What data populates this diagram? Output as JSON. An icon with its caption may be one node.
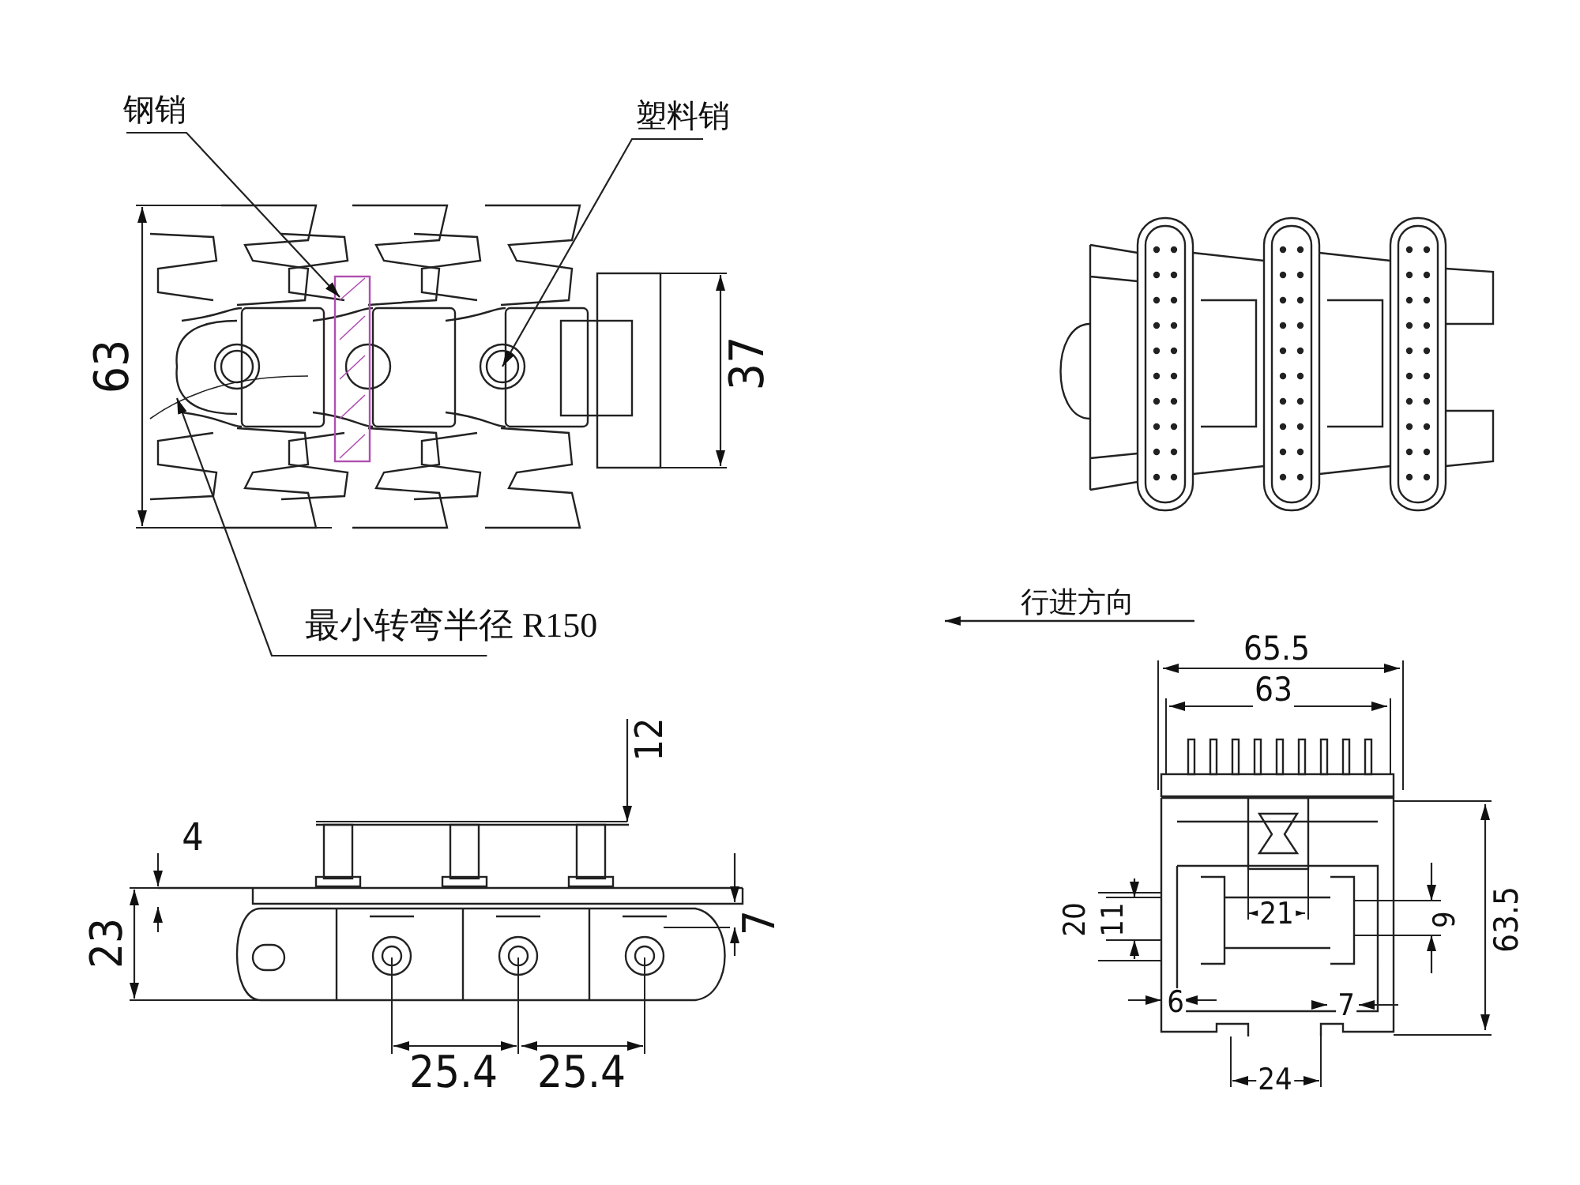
{
  "diagram": {
    "nodes": [
      {
        "text": [
          "钢销"
        ]
      },
      {
        "text": [
          "塑料销"
        ]
      },
      {
        "text": [
          "最小转弯半径 R150"
        ]
      }
    ],
    "edges": [
      {
        "from": 0,
        "to": null,
        "arrow": "to"
      },
      {
        "from": 1,
        "to": null,
        "arrow": "to"
      },
      {
        "from": 2,
        "to": null,
        "arrow": "to"
      }
    ],
    "labels": [
      "63",
      "37",
      "行进方向",
      "65.5",
      "63",
      "12",
      "4",
      "23",
      "7",
      "20",
      "11",
      "21",
      "9",
      "63.5",
      "6",
      "7",
      "25.4",
      "25.4",
      "24"
    ]
  }
}
